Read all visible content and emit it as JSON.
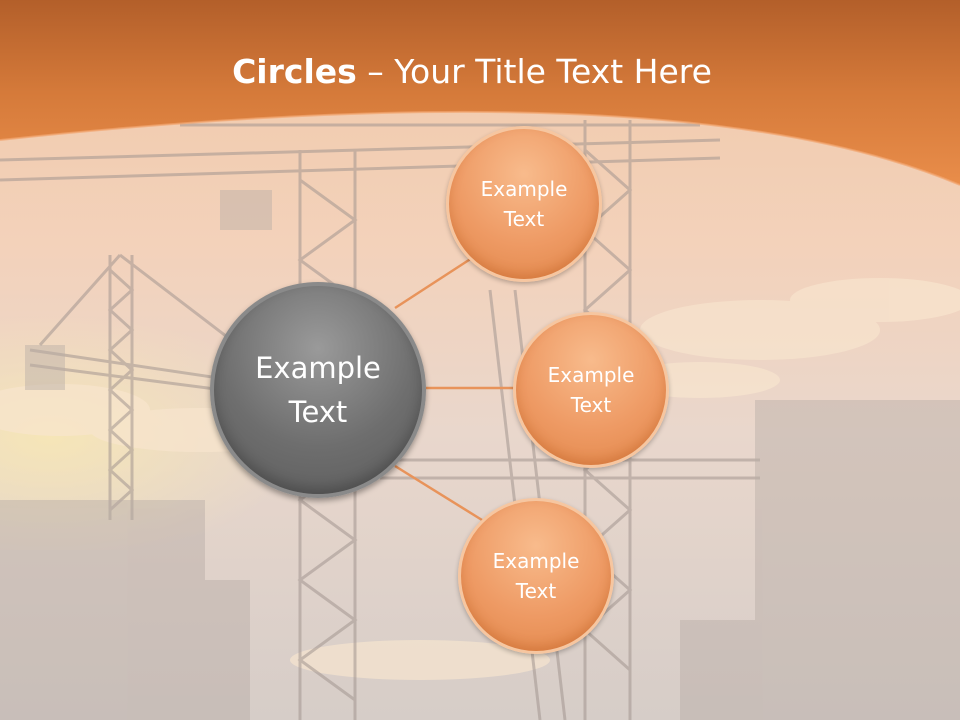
{
  "title": {
    "bold": "Circles",
    "rest": " – Your Title Text Here"
  },
  "center": {
    "line1": "Example",
    "line2": "Text"
  },
  "nodes": [
    {
      "line1": "Example",
      "line2": "Text"
    },
    {
      "line1": "Example",
      "line2": "Text"
    },
    {
      "line1": "Example",
      "line2": "Text"
    }
  ],
  "colors": {
    "header": "#e38744",
    "node_fill": "#ee9a64",
    "center_fill": "#6e6e6e",
    "connector": "#e8935a"
  }
}
